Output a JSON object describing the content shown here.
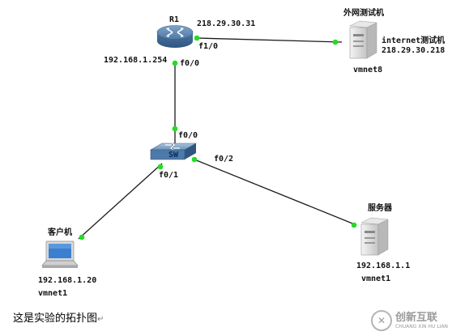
{
  "devices": {
    "router": {
      "name": "R1",
      "icon": "router-icon",
      "ip_left": "192.168.1.254",
      "ip_top": "218.29.30.31"
    },
    "switch": {
      "name": "SW",
      "icon": "switch-icon"
    },
    "internet_host": {
      "name": "外网测试机",
      "icon": "server-icon",
      "label_line1": "internet测试机",
      "label_line2": "218.29.30.218",
      "vmnet": "vmnet8"
    },
    "server": {
      "name": "服务器",
      "icon": "server-icon",
      "ip": "192.168.1.1",
      "vmnet": "vmnet1"
    },
    "client": {
      "name": "客户机",
      "icon": "laptop-icon",
      "ip": "192.168.1.20",
      "vmnet": "vmnet1"
    }
  },
  "interfaces": {
    "router_to_internet": "f1/0",
    "router_to_switch": "f0/0",
    "switch_to_router": "f0/0",
    "switch_to_client": "f0/1",
    "switch_to_server": "f0/2"
  },
  "caption": "这是实验的拓扑图",
  "caption_mark": "↵",
  "watermark": {
    "text": "创新互联",
    "sub": "CHUANG XIN HU LIAN",
    "icon": "logo-icon"
  },
  "colors": {
    "link": "#1a1a1a",
    "port": "#22dd22"
  }
}
